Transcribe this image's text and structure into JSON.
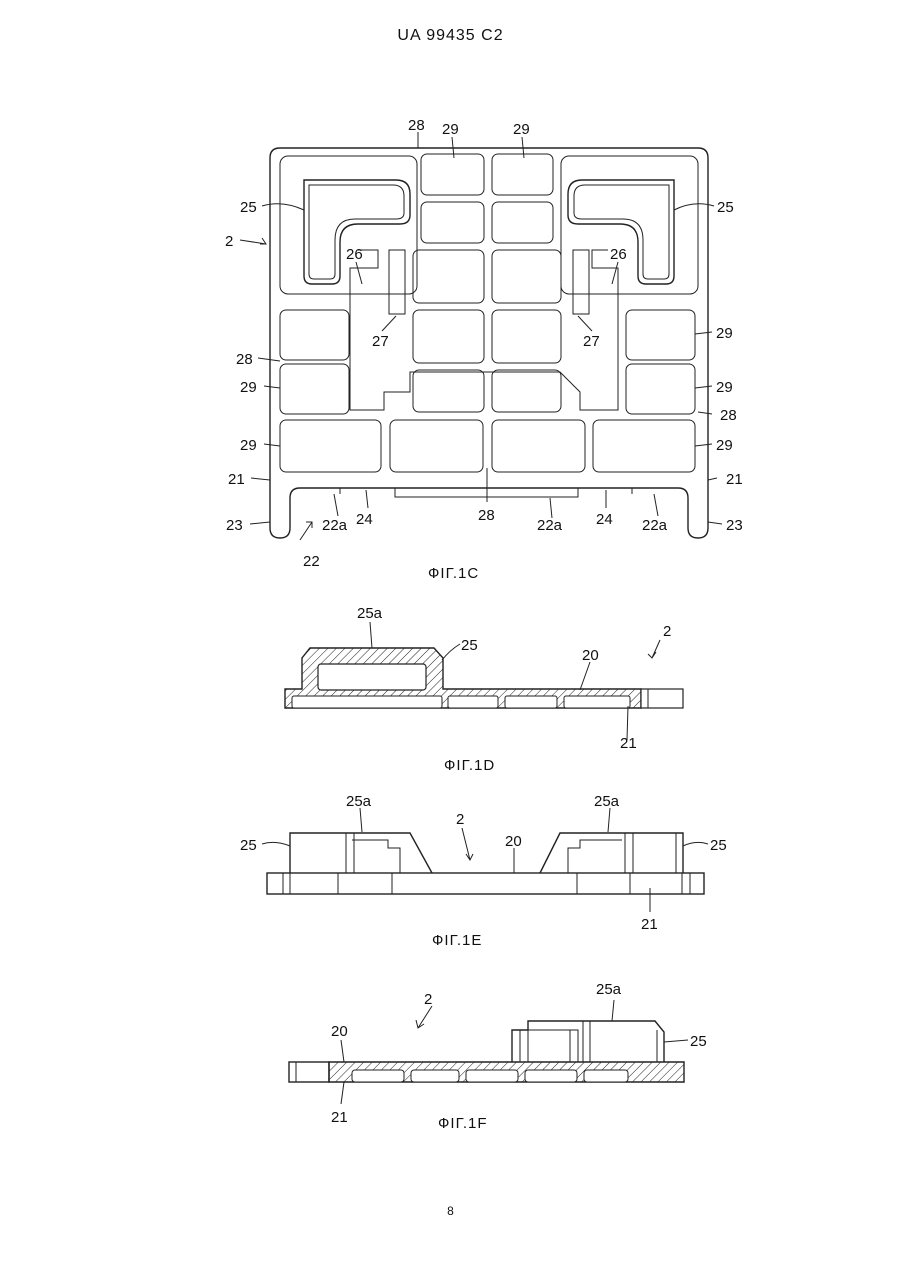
{
  "header": {
    "text": "UA   99435   C2"
  },
  "page_number": "8",
  "figures": {
    "fig1c": {
      "caption": "ФІГ.1С",
      "labels": {
        "n28_top": "28",
        "n29_a": "29",
        "n29_b": "29",
        "n25_left": "25",
        "n25_right": "25",
        "n2": "2",
        "n26_left": "26",
        "n26_right": "26",
        "n27_left": "27",
        "n27_right": "27",
        "n28_left": "28",
        "n28_right": "28",
        "n28_bottom": "28",
        "n29_l1": "29",
        "n29_l2": "29",
        "n29_r1": "29",
        "n29_r2": "29",
        "n29_r3": "29",
        "n21_left": "21",
        "n21_right": "21",
        "n23_left": "23",
        "n23_right": "23",
        "n22a_1": "22a",
        "n22a_2": "22a",
        "n22a_3": "22a",
        "n24_left": "24",
        "n24_right": "24",
        "n22": "22"
      }
    },
    "fig1d": {
      "caption": "ФІГ.1D",
      "labels": {
        "n25a": "25a",
        "n25": "25",
        "n20": "20",
        "n2": "2",
        "n21": "21"
      }
    },
    "fig1e": {
      "caption": "ФІГ.1Е",
      "labels": {
        "n25a_l": "25a",
        "n25a_r": "25a",
        "n2": "2",
        "n20": "20",
        "n25_l": "25",
        "n25_r": "25",
        "n21": "21"
      }
    },
    "fig1f": {
      "caption": "ФІГ.1F",
      "labels": {
        "n2": "2",
        "n25a": "25a",
        "n20": "20",
        "n25": "25",
        "n21": "21"
      }
    }
  }
}
